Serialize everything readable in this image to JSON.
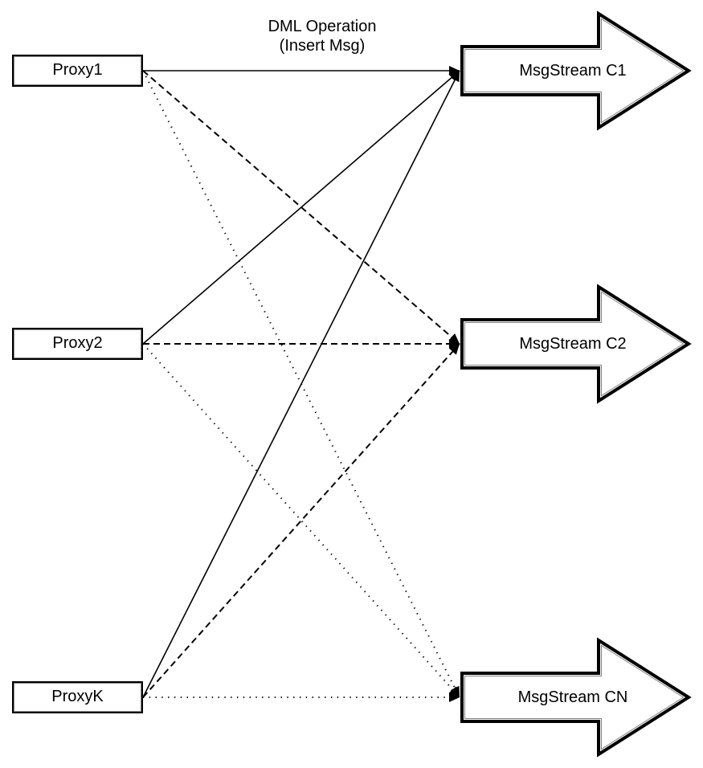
{
  "diagram": {
    "title_label": {
      "line1": "DML Operation",
      "line2": "(Insert Msg)"
    },
    "proxies": [
      {
        "id": "proxy1",
        "label": "Proxy1"
      },
      {
        "id": "proxy2",
        "label": "Proxy2"
      },
      {
        "id": "proxyk",
        "label": "ProxyK"
      }
    ],
    "streams": [
      {
        "id": "c1",
        "label": "MsgStream C1"
      },
      {
        "id": "c2",
        "label": "MsgStream C2"
      },
      {
        "id": "cn",
        "label": "MsgStream CN"
      }
    ],
    "connections": [
      {
        "from": "proxy1",
        "to": "c1",
        "style": "solid"
      },
      {
        "from": "proxy1",
        "to": "c2",
        "style": "dashed"
      },
      {
        "from": "proxy1",
        "to": "cn",
        "style": "dotted"
      },
      {
        "from": "proxy2",
        "to": "c1",
        "style": "solid"
      },
      {
        "from": "proxy2",
        "to": "c2",
        "style": "dashed"
      },
      {
        "from": "proxy2",
        "to": "cn",
        "style": "dotted"
      },
      {
        "from": "proxyk",
        "to": "c1",
        "style": "solid"
      },
      {
        "from": "proxyk",
        "to": "c2",
        "style": "dashed"
      },
      {
        "from": "proxyk",
        "to": "cn",
        "style": "dotted"
      }
    ],
    "colors": {
      "stroke": "#000000",
      "fill": "#ffffff",
      "inner_line": "#808080",
      "background": "#ffffff"
    }
  }
}
